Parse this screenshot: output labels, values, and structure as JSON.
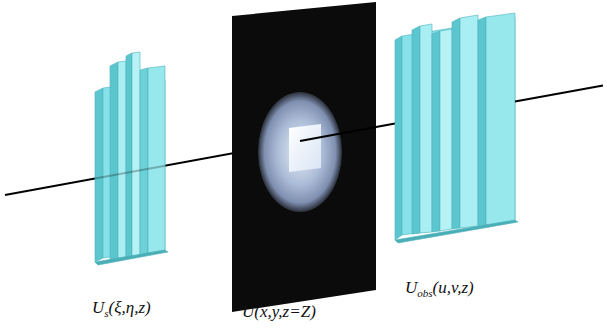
{
  "diagram": {
    "labels": [
      "U",
      "s",
      "(ξ,η,z)",
      "U",
      "(x,y,z=Z)",
      "U",
      "obs",
      "(u,v,z)"
    ]
  }
}
